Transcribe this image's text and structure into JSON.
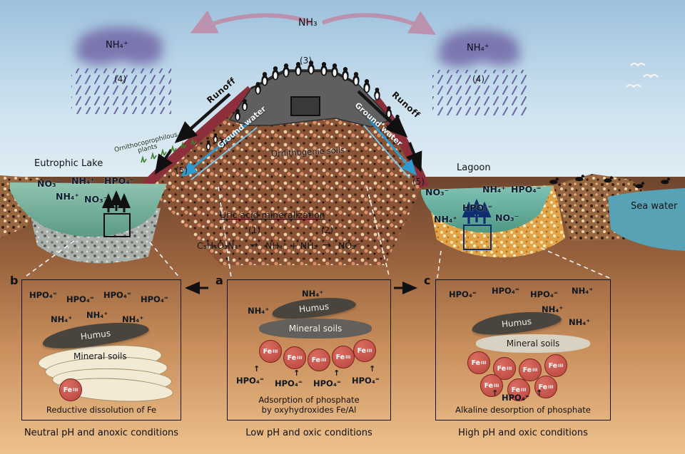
{
  "atmosphere": {
    "nh3": "NH₃",
    "step3": "(3)",
    "cloud_left": {
      "ion": "NH₄⁺",
      "step": "(4)"
    },
    "cloud_right": {
      "ion": "NH₄⁺",
      "step": "(4)"
    }
  },
  "hill": {
    "runoff_left": "Runoff",
    "runoff_right": "Runoff",
    "groundwater_left": "Ground water",
    "groundwater_right": "Ground water",
    "plants": "Ornithocoprophilous plants",
    "soils": "Ornithogenic soils",
    "step5_left": "(5)",
    "step5_right": "(5)"
  },
  "lake": {
    "title": "Eutrophic Lake",
    "ions": [
      "NO₃⁻",
      "NH₄⁺",
      "HPO₄⁼",
      "NH₄⁺",
      "NO₃⁻"
    ]
  },
  "lagoon": {
    "title": "Lagoon",
    "ions": [
      "NO₃⁻",
      "NH₄⁺",
      "HPO₄⁼",
      "HPO₄⁼",
      "NH₄⁺",
      "NO₃⁻"
    ]
  },
  "sea": {
    "title": "Sea water"
  },
  "mineralization": {
    "title": "Uric acid mineralization",
    "step1": "(1)",
    "step2": "(2)",
    "reactant": "C₅H₄O₃N₄",
    "arrow": "→",
    "mid": "NH₄⁺ + NH₃",
    "product": "NO₃⁻"
  },
  "panels": {
    "b": {
      "id": "b",
      "top_ions": [
        "HPO₄⁼",
        "HPO₄⁼",
        "HPO₄⁼",
        "HPO₄⁼"
      ],
      "mid_ions": [
        "NH₄⁺",
        "NH₄⁺",
        "NH₄⁺"
      ],
      "humus": "Humus",
      "mineral": "Mineral soils",
      "fe": "Fe",
      "fe_sup": "III",
      "caption": "Reductive dissolution of Fe",
      "footer": "Neutral pH and anoxic conditions"
    },
    "a": {
      "id": "a",
      "top_ions": [
        "NH₄⁺",
        "NH₄⁺"
      ],
      "humus": "Humus",
      "mineral": "Mineral soils",
      "fe": "Fe",
      "fe_sup": "III",
      "bottom_ions": [
        "HPO₄⁼",
        "HPO₄⁼",
        "HPO₄⁼",
        "HPO₄⁼"
      ],
      "caption_line1": "Adsorption of phosphate",
      "caption_line2": "by oxyhydroxides Fe/Al",
      "footer": "Low pH and oxic conditions"
    },
    "c": {
      "id": "c",
      "top_ions": [
        "HPO₄⁼",
        "HPO₄⁼",
        "HPO₄⁼",
        "NH₄⁺"
      ],
      "mid_ions": [
        "NH₄⁺",
        "NH₄⁺"
      ],
      "humus": "Humus",
      "mineral": "Mineral soils",
      "fe": "Fe",
      "fe_sup": "III",
      "bottom_ion": "HPO₄⁼",
      "caption": "Alkaline desorption of phosphate",
      "footer": "High pH and oxic conditions"
    }
  }
}
